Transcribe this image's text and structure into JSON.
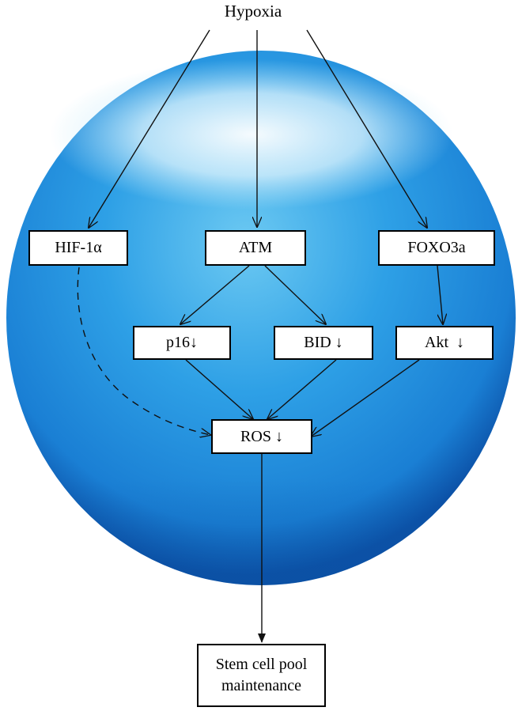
{
  "colors": {
    "sphere_light": "#cdeefb",
    "sphere_mid": "#2ea0e6",
    "sphere_dark": "#0c52a8",
    "line": "#111111"
  },
  "diagram": {
    "source": "Hypoxia",
    "nodes": {
      "hif1a": "HIF-1α",
      "atm": "ATM",
      "foxo3a": "FOXO3a",
      "p16": "p16↓",
      "bid": "BID ↓",
      "akt": "Akt  ↓",
      "ros": "ROS ↓",
      "stem_line1": "Stem cell pool",
      "stem_line2": "maintenance"
    }
  }
}
